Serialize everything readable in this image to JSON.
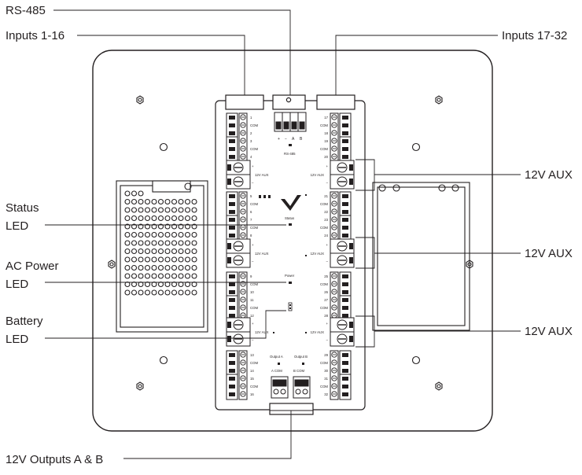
{
  "callouts": {
    "rs485": "RS-485",
    "inputs_1_16": "Inputs 1-16",
    "inputs_17_32": "Inputs 17-32",
    "aux_top": "12V AUX",
    "aux_mid": "12V AUX",
    "aux_bot": "12V AUX",
    "status_line1": "Status",
    "status_line2": "LED",
    "ac_line1": "AC Power",
    "ac_line2": "LED",
    "battery_line1": "Battery",
    "battery_line2": "LED",
    "outputs": "12V Outputs A & B"
  },
  "board": {
    "rs485_plus": "+",
    "rs485_minus": "−",
    "rs485_a": "A",
    "rs485_b": "B",
    "rs485_label": "RS-485",
    "status_label": "Status",
    "power_label": "Power",
    "aux_label": "12V AUX",
    "output_a": "Output A",
    "output_b": "Output B",
    "a_com": "A COM",
    "b_com": "B COM"
  },
  "terminal_blocks": {
    "left": [
      [
        "1",
        "COM",
        "2",
        "3",
        "COM",
        "4"
      ],
      [
        "5",
        "COM",
        "6",
        "7",
        "COM",
        "8"
      ],
      [
        "9",
        "COM",
        "10",
        "11",
        "COM",
        "12"
      ],
      [
        "13",
        "COM",
        "14",
        "15",
        "COM",
        "16"
      ]
    ],
    "right": [
      [
        "17",
        "COM",
        "18",
        "19",
        "COM",
        "20"
      ],
      [
        "21",
        "COM",
        "22",
        "23",
        "COM",
        "24"
      ],
      [
        "25",
        "COM",
        "26",
        "27",
        "COM",
        "28"
      ],
      [
        "29",
        "COM",
        "30",
        "31",
        "COM",
        "32"
      ]
    ]
  }
}
